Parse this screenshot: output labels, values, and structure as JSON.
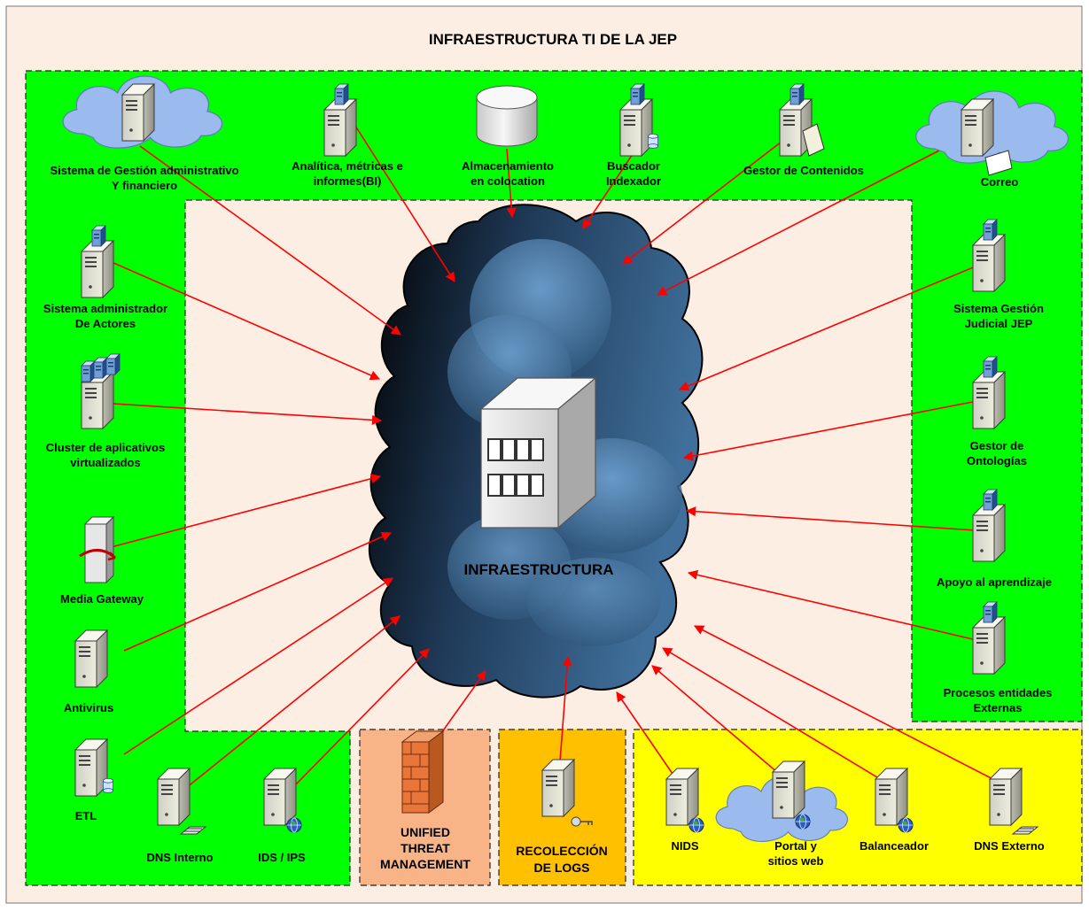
{
  "title": "INFRAESTRUCTURA TI DE LA JEP",
  "center": {
    "label": "INFRAESTRUCTURA"
  },
  "colors": {
    "page": "#fdeee3",
    "green": "#00ff00",
    "orange": "#f8b487",
    "amber": "#ffc000",
    "yellow": "#ffff00",
    "arrow": "#ff0000",
    "cloud": "#9bbbee"
  },
  "nodes": [
    {
      "id": "sga",
      "lines": [
        "Sistema de Gestión administrativo",
        "Y financiero"
      ],
      "icon": "server-cloud-icon"
    },
    {
      "id": "bi",
      "lines": [
        "Analítica, métricas e",
        "informes(BI)"
      ],
      "icon": "server-icon"
    },
    {
      "id": "storage",
      "lines": [
        "Almacenamiento",
        "en colocation"
      ],
      "icon": "storage-cylinder-icon"
    },
    {
      "id": "search",
      "lines": [
        "Buscador",
        "Indexador"
      ],
      "icon": "database-server-icon"
    },
    {
      "id": "cms",
      "lines": [
        "Gestor de Contenidos"
      ],
      "icon": "document-server-icon"
    },
    {
      "id": "mail",
      "lines": [
        "Correo"
      ],
      "icon": "mail-server-cloud-icon"
    },
    {
      "id": "actors",
      "lines": [
        "Sistema administrador",
        "De Actores"
      ],
      "icon": "server-icon"
    },
    {
      "id": "cluster",
      "lines": [
        "Cluster de aplicativos",
        "virtualizados"
      ],
      "icon": "cluster-server-icon"
    },
    {
      "id": "media",
      "lines": [
        "Media Gateway"
      ],
      "icon": "media-gateway-icon"
    },
    {
      "id": "av",
      "lines": [
        "Antivirus"
      ],
      "icon": "server-icon"
    },
    {
      "id": "etl",
      "lines": [
        "ETL"
      ],
      "icon": "database-server-icon"
    },
    {
      "id": "dnsint",
      "lines": [
        "DNS Interno"
      ],
      "icon": "dns-server-icon"
    },
    {
      "id": "ids",
      "lines": [
        "IDS / IPS"
      ],
      "icon": "globe-server-icon"
    },
    {
      "id": "utm",
      "lines": [
        "UNIFIED",
        "THREAT",
        "MANAGEMENT"
      ],
      "icon": "firewall-icon"
    },
    {
      "id": "logs",
      "lines": [
        "RECOLECCIÓN",
        "DE LOGS"
      ],
      "icon": "key-server-icon"
    },
    {
      "id": "nids",
      "lines": [
        "NIDS"
      ],
      "icon": "globe-server-icon"
    },
    {
      "id": "portal",
      "lines": [
        "Portal y",
        "sitios web"
      ],
      "icon": "web-server-cloud-icon"
    },
    {
      "id": "lb",
      "lines": [
        "Balanceador"
      ],
      "icon": "globe-server-icon"
    },
    {
      "id": "dnsext",
      "lines": [
        "DNS Externo"
      ],
      "icon": "dns-server-icon"
    },
    {
      "id": "judicial",
      "lines": [
        "Sistema Gestión",
        "Judicial JEP"
      ],
      "icon": "server-icon"
    },
    {
      "id": "onto",
      "lines": [
        "Gestor de",
        "Ontologías"
      ],
      "icon": "server-icon"
    },
    {
      "id": "learn",
      "lines": [
        "Apoyo al aprendizaje"
      ],
      "icon": "server-icon"
    },
    {
      "id": "ext",
      "lines": [
        "Procesos entidades",
        "Externas"
      ],
      "icon": "server-icon"
    }
  ]
}
